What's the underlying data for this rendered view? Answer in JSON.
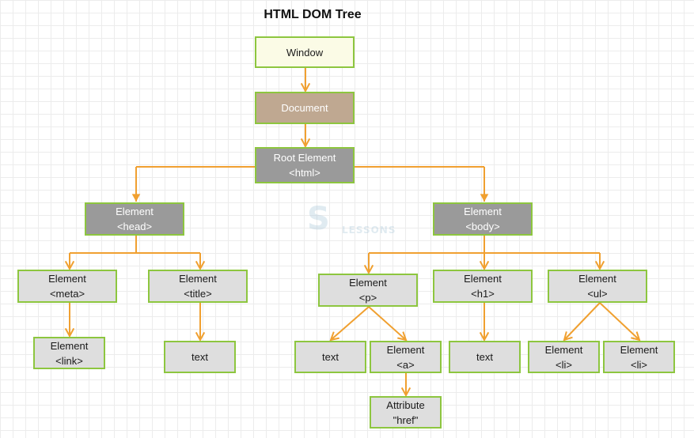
{
  "title": "HTML DOM Tree",
  "colors": {
    "connector": "#f0a030",
    "border": "#8dc63f",
    "window_fill": "#fbfbe6",
    "document_fill": "#bfa891",
    "dark_fill": "#9a9a9a",
    "light_fill": "#dedede"
  },
  "watermark": {
    "glyph": "S",
    "text": "LESSONS"
  },
  "nodes": {
    "window": {
      "lines": [
        "Window"
      ]
    },
    "document": {
      "lines": [
        "Document"
      ]
    },
    "root": {
      "lines": [
        "Root Element",
        "<html>"
      ]
    },
    "head": {
      "lines": [
        "Element",
        "<head>"
      ]
    },
    "body": {
      "lines": [
        "Element",
        "<body>"
      ]
    },
    "meta": {
      "lines": [
        "Element",
        "<meta>"
      ]
    },
    "title_el": {
      "lines": [
        "Element",
        "<title>"
      ]
    },
    "p": {
      "lines": [
        "Element",
        "<p>"
      ]
    },
    "h1": {
      "lines": [
        "Element",
        "<h1>"
      ]
    },
    "ul": {
      "lines": [
        "Element",
        "<ul>"
      ]
    },
    "link": {
      "lines": [
        "Element",
        "<link>"
      ]
    },
    "text_title": {
      "lines": [
        "text"
      ]
    },
    "text_p": {
      "lines": [
        "text"
      ]
    },
    "a": {
      "lines": [
        "Element",
        "<a>"
      ]
    },
    "text_h1": {
      "lines": [
        "text"
      ]
    },
    "li1": {
      "lines": [
        "Element",
        "<li>"
      ]
    },
    "li2": {
      "lines": [
        "Element",
        "<li>"
      ]
    },
    "attr_href": {
      "lines": [
        "Attribute",
        "\"href\""
      ]
    }
  }
}
